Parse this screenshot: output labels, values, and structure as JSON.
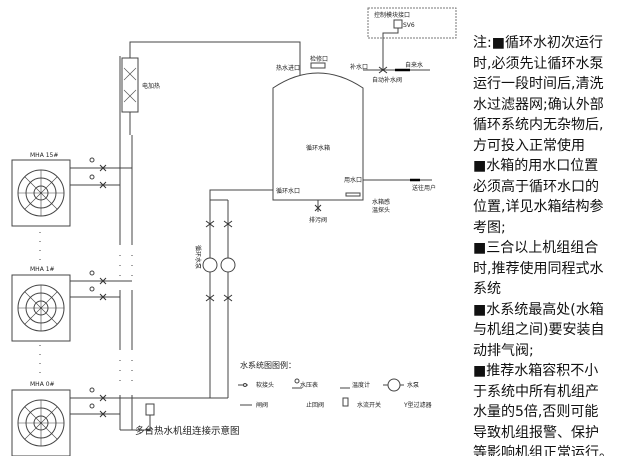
{
  "diagram": {
    "title": "多台热水机组连接示意图",
    "control_box": "控制模块接口",
    "sv6": "SV6",
    "hot_water_inlet": "热水进口",
    "inspection_port": "检修口",
    "makeup_port": "补水口",
    "tap_water": "自来水",
    "auto_makeup_valve": "自动补水阀",
    "tank": "循环水箱",
    "use_port": "用水口",
    "to_user": "送往用户",
    "circ_port": "循环水口",
    "sensor": [
      "水箱感",
      "温探头"
    ],
    "drain_valve": "排污阀",
    "heater": "电加热",
    "pump": "循环水泵",
    "units": [
      "MHA 15#",
      "MHA 1#",
      "MHA 0#"
    ]
  },
  "legend": {
    "title": "水系统图图例：",
    "items": [
      "软接头",
      "水压表",
      "温度计",
      "水泵",
      "闸阀",
      "止回阀",
      "水流开关",
      "Y型过滤器"
    ]
  },
  "notes": [
    "注:■循环水初次运行",
    "时,必须先让循环水泵",
    "运行一段时间后,清洗",
    "水过滤器网;确认外部",
    "循环系统内无杂物后,",
    "方可投入正常使用",
    "■水箱的用水口位置",
    "必须高于循环水口的",
    "位置,详见水箱结构参",
    "考图;",
    "■三合以上机组组合",
    "时,推荐使用同程式水",
    "系统",
    "■水系统最高处(水箱",
    "与机组之间)要安装自",
    "动排气阀;",
    "■推荐水箱容积不小",
    "于系统中所有机组产",
    "水量的5倍,否则可能",
    "导致机组报警、保护",
    "等影响机组正常运行。"
  ]
}
